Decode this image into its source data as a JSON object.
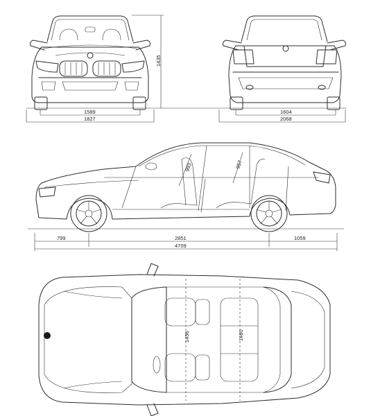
{
  "title": "",
  "views": {
    "front": {
      "dims": {
        "track": "1589",
        "width": "1827",
        "height": "1435"
      }
    },
    "rear": {
      "dims": {
        "track": "1604",
        "width": "2068"
      }
    },
    "side": {
      "dims": {
        "front_overhang": "799",
        "wheelbase": "2851",
        "rear_overhang": "1059",
        "length": "4709",
        "front_headroom": "993",
        "rear_headroom": "957"
      }
    },
    "top": {
      "dims": {
        "front_shoulder": "1456",
        "rear_shoulder": "1460"
      }
    }
  },
  "colors": {
    "line": "#2a2a2a",
    "background": "#ffffff"
  }
}
